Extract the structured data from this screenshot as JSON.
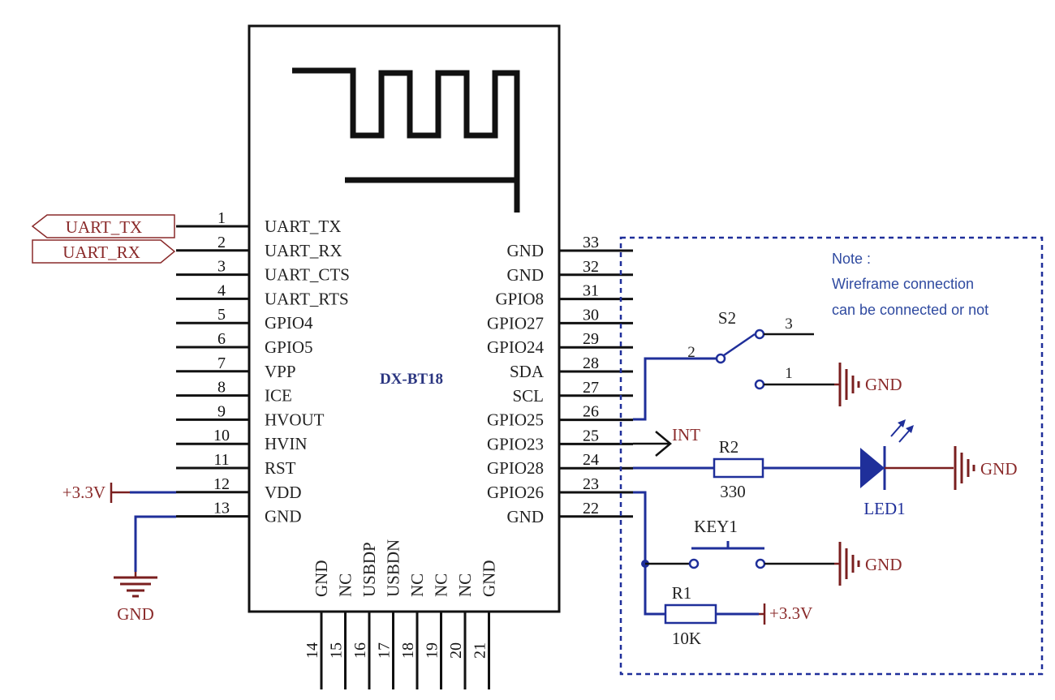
{
  "module": {
    "name": "DX-BT18",
    "left_pins": [
      {
        "num": "1",
        "name": "UART_TX"
      },
      {
        "num": "2",
        "name": "UART_RX"
      },
      {
        "num": "3",
        "name": "UART_CTS"
      },
      {
        "num": "4",
        "name": "UART_RTS"
      },
      {
        "num": "5",
        "name": "GPIO4"
      },
      {
        "num": "6",
        "name": "GPIO5"
      },
      {
        "num": "7",
        "name": "VPP"
      },
      {
        "num": "8",
        "name": "ICE"
      },
      {
        "num": "9",
        "name": "HVOUT"
      },
      {
        "num": "10",
        "name": "HVIN"
      },
      {
        "num": "11",
        "name": "RST"
      },
      {
        "num": "12",
        "name": "VDD"
      },
      {
        "num": "13",
        "name": "GND"
      }
    ],
    "right_pins": [
      {
        "num": "33",
        "name": "GND"
      },
      {
        "num": "32",
        "name": "GND"
      },
      {
        "num": "31",
        "name": "GPIO8"
      },
      {
        "num": "30",
        "name": "GPIO27"
      },
      {
        "num": "29",
        "name": "GPIO24"
      },
      {
        "num": "28",
        "name": "SDA"
      },
      {
        "num": "27",
        "name": "SCL"
      },
      {
        "num": "26",
        "name": "GPIO25"
      },
      {
        "num": "25",
        "name": "GPIO23"
      },
      {
        "num": "24",
        "name": "GPIO28"
      },
      {
        "num": "23",
        "name": "GPIO26"
      },
      {
        "num": "22",
        "name": "GND"
      }
    ],
    "bottom_pins": [
      {
        "num": "14",
        "name": "GND"
      },
      {
        "num": "15",
        "name": "NC"
      },
      {
        "num": "16",
        "name": "USBDP"
      },
      {
        "num": "17",
        "name": "USBDN"
      },
      {
        "num": "18",
        "name": "NC"
      },
      {
        "num": "19",
        "name": "NC"
      },
      {
        "num": "20",
        "name": "NC"
      },
      {
        "num": "21",
        "name": "GND"
      }
    ]
  },
  "ports": {
    "uart_tx": "UART_TX",
    "uart_rx": "UART_RX"
  },
  "nets": {
    "vdd_supply": "+3.3V",
    "gnd_left": "GND",
    "int": "INT",
    "s2_gnd": "GND",
    "led_gnd": "GND",
    "key_gnd": "GND",
    "r1_supply": "+3.3V"
  },
  "components": {
    "s2": {
      "ref": "S2",
      "pin2": "2",
      "pin3": "3",
      "pin1": "1"
    },
    "r2": {
      "ref": "R2",
      "value": "330"
    },
    "led1": {
      "ref": "LED1"
    },
    "key1": {
      "ref": "KEY1"
    },
    "r1": {
      "ref": "R1",
      "value": "10K"
    }
  },
  "note": {
    "title": "Note :",
    "line1": "Wireframe connection",
    "line2": "can be connected or not"
  },
  "colors": {
    "wire_black": "#111111",
    "wire_blue": "#1f2f9a",
    "power_red": "#7a1f1f",
    "label_red": "#8a2a2a",
    "note_blue": "#2f4aa0",
    "module_label": "#2a3580"
  }
}
